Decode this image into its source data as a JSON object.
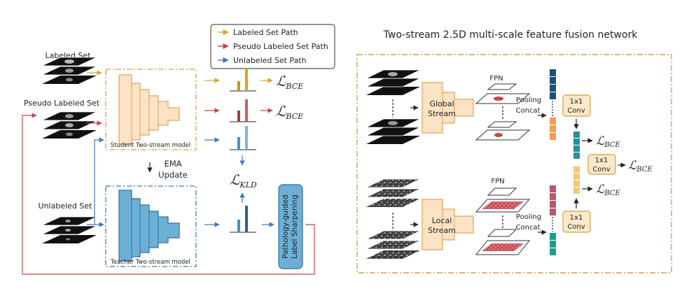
{
  "legend": {
    "items": [
      {
        "label": "Labeled Set Path",
        "color": "#e0a021"
      },
      {
        "label": "Pseudo Labeled Set Path",
        "color": "#c8454a"
      },
      {
        "label": "Unlabeled Set Path",
        "color": "#3b78c4"
      }
    ]
  },
  "left": {
    "labeled_set": "Labeled Set",
    "pseudo_labeled_set": "Pseudo Labeled Set",
    "unlabeled_set": "Unlabeled Set",
    "student_model": "Student Two-stream model",
    "teacher_model": "Teacher Two-stream model",
    "ema_line1": "EMA",
    "ema_line2": "Update",
    "sharpening_line1": "Pathology-guided",
    "sharpening_line2": "Label Sharpening",
    "loss_bce_1": "ℒ",
    "loss_bce_1_sub": "BCE",
    "loss_bce_2": "ℒ",
    "loss_bce_2_sub": "BCE",
    "loss_kld": "ℒ",
    "loss_kld_sub": "KLD"
  },
  "right": {
    "title": "Two-stream 2.5D multi-scale feature fusion network",
    "global_stream_line1": "Global",
    "global_stream_line2": "Stream",
    "local_stream_line1": "Local",
    "local_stream_line2": "Stream",
    "fpn_top": "FPN",
    "fpn_bottom": "FPN",
    "pooling_top_line1": "Pooling",
    "pooling_top_line2": "Concat",
    "pooling_bottom_line1": "Pooling",
    "pooling_bottom_line2": "Concat",
    "conv_top_line1": "1x1",
    "conv_top_line2": "Conv",
    "conv_mid_line1": "1x1",
    "conv_mid_line2": "Conv",
    "conv_bottom_line1": "1x1",
    "conv_bottom_line2": "Conv",
    "loss_top": "ℒ",
    "loss_top_sub": "BCE",
    "loss_mid": "ℒ",
    "loss_mid_sub": "BCE",
    "loss_bottom": "ℒ",
    "loss_bottom_sub": "BCE"
  },
  "colors": {
    "labeled": "#e0a021",
    "pseudo": "#c8454a",
    "unlabeled": "#3b78c4",
    "student_fill": "#fbe3c4",
    "teacher_fill": "#6cb0d6",
    "box_border": "#d4a040",
    "navy": "#1f4e79",
    "orange_vec": "#f39c55",
    "teal": "#2a8f98",
    "rose": "#b65a6a",
    "sea": "#1a9e8a",
    "gold_vec": "#f0c878",
    "label_bg": "#fde9c9"
  }
}
